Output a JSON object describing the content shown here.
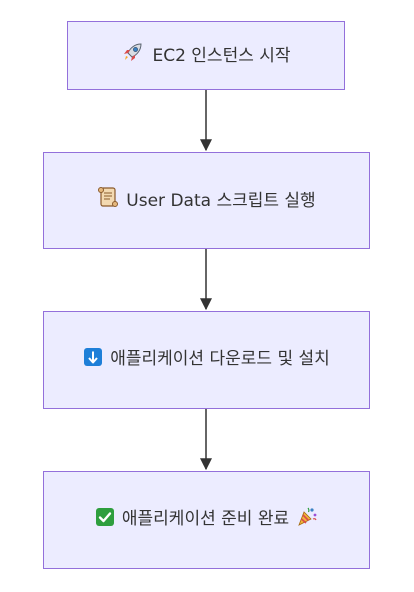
{
  "flow": {
    "steps": [
      {
        "icon": "rocket-icon",
        "label": "EC2 인스턴스 시작"
      },
      {
        "icon": "scroll-icon",
        "label": "User Data 스크립트 실행"
      },
      {
        "icon": "down-arrow-icon",
        "label": "애플리케이션 다운로드 및 설치"
      },
      {
        "icon": "check-icon",
        "label": "애플리케이션 준비 완료",
        "trailing_icon": "party-popper-icon"
      }
    ]
  },
  "colors": {
    "node_fill": "#ececff",
    "node_border": "#9370db",
    "edge": "#333333",
    "text": "#333333",
    "check_green": "#2e9e3e",
    "arrow_blue": "#1e7fd8"
  }
}
